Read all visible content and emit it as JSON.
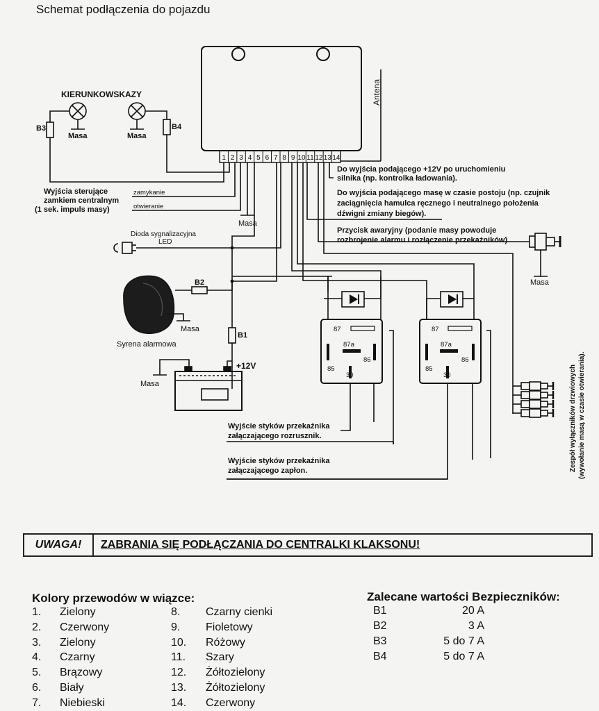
{
  "title": "Schemat podłączenia do pojazdu",
  "diagram": {
    "antena": "Antena",
    "kierunkowskazy": "KIERUNKOWSKAZY",
    "masa": "Masa",
    "b1": "B1",
    "b2": "B2",
    "b3": "B3",
    "b4": "B4",
    "plus12v": "+12V",
    "pins": [
      "1",
      "2",
      "3",
      "4",
      "5",
      "6",
      "7",
      "8",
      "9",
      "10",
      "11",
      "12",
      "13",
      "14"
    ],
    "central_lock_lines": [
      "Wyjścia sterujące",
      "zamkiem centralnym",
      "(1 sek. impuls masy)"
    ],
    "zamykanie": "zamykanie",
    "otwieranie": "otwieranie",
    "led_lines": [
      "Dioda sygnalizacyjna",
      "LED"
    ],
    "syrena": "Syrena alarmowa",
    "out12v_lines": [
      "Do wyjścia podającego +12V po uruchomieniu",
      "silnika (np. kontrolka ładowania)."
    ],
    "outmasa_lines": [
      "Do wyjścia podającego masę w czasie postoju (np. czujnik",
      "zaciągnięcia hamulca ręcznego i neutralnego położenia",
      "dźwigni zmiany biegów)."
    ],
    "przycisk_lines": [
      "Przycisk awaryjny (podanie masy powoduje",
      "rozbrojenie alarmu i rozłączenie przekaźników)"
    ],
    "relay_pins": [
      "87",
      "87a",
      "85",
      "86",
      "30"
    ],
    "rozrusznik_lines": [
      "Wyjście styków przekaźnika",
      "załączającego rozrusznik."
    ],
    "zaplon_lines": [
      "Wyjście styków przekaźnika",
      "załączającego zapłon."
    ],
    "drzwi_lines": [
      "Zespół wyłączników drzwiowych",
      "(wywołanie masą w czasie otwierania)."
    ]
  },
  "warning": {
    "tag": "UWAGA!",
    "text": "ZABRANIA SIĘ PODŁĄCZANIA DO CENTRALKI KLAKSONU!"
  },
  "wires": {
    "title": "Kolory przewodów w wiązce:",
    "col1": [
      {
        "n": "1.",
        "c": "Zielony"
      },
      {
        "n": "2.",
        "c": "Czerwony"
      },
      {
        "n": "3.",
        "c": "Zielony"
      },
      {
        "n": "4.",
        "c": "Czarny"
      },
      {
        "n": "5.",
        "c": "Brązowy"
      },
      {
        "n": "6.",
        "c": "Biały"
      },
      {
        "n": "7.",
        "c": "Niebieski"
      }
    ],
    "col2": [
      {
        "n": "8.",
        "c": "Czarny cienki"
      },
      {
        "n": "9.",
        "c": "Fioletowy"
      },
      {
        "n": "10.",
        "c": "Różowy"
      },
      {
        "n": "11.",
        "c": "Szary"
      },
      {
        "n": "12.",
        "c": "Żółtozielony"
      },
      {
        "n": "13.",
        "c": "Żółtozielony"
      },
      {
        "n": "14.",
        "c": "Czerwony"
      }
    ]
  },
  "fuses": {
    "title": "Zalecane wartości Bezpieczników:",
    "rows": [
      {
        "name": "B1",
        "value": "20 A"
      },
      {
        "name": "B2",
        "value": "3 A"
      },
      {
        "name": "B3",
        "value": "5 do 7 A"
      },
      {
        "name": "B4",
        "value": "5 do 7 A"
      }
    ]
  }
}
